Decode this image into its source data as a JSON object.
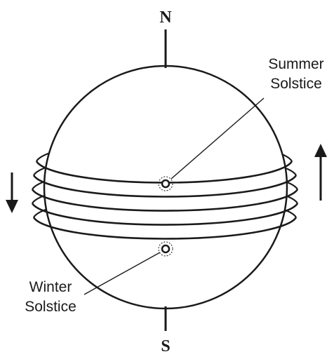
{
  "labels": {
    "north": "N",
    "south": "S",
    "summer_line1": "Summer",
    "summer_line2": "Solstice",
    "winter_line1": "Winter",
    "winter_line2": "Solstice"
  },
  "arrows": {
    "left": "down",
    "right": "up"
  },
  "colors": {
    "ink": "#1a1a1a",
    "background": "#ffffff"
  }
}
